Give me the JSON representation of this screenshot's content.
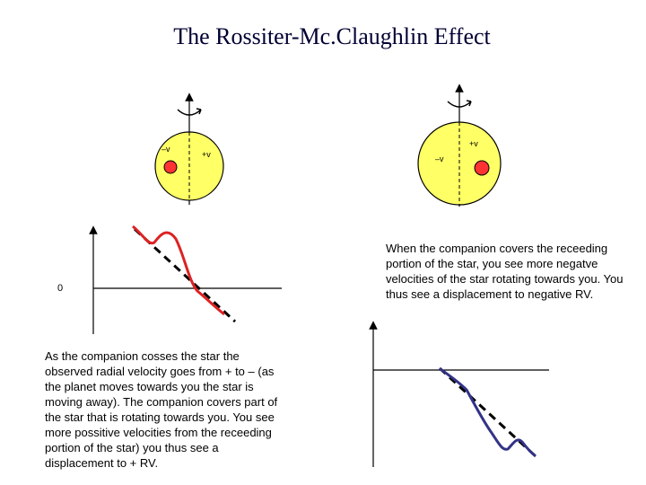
{
  "title": "The Rossiter-Mc.Claughlin Effect",
  "left_star": {
    "minus_label": "–v",
    "plus_label": "+v"
  },
  "right_star": {
    "minus_label": "–v",
    "plus_label": "+v"
  },
  "left_plot": {
    "zero_label": "0"
  },
  "colors": {
    "star_fill": "#ffff66",
    "planet_fill": "#ff3333",
    "red_curve": "#dd2222",
    "blue_curve": "#333388"
  },
  "left_text": "As the companion cosses the star the observed  radial velocity goes from + to – (as the planet moves towards you the star is moving away). The companion covers part of the star that is rotating towards you. You see more possitive velocities from the receeding portion of the star) you thus see a displacement to + RV.",
  "right_text": "When the companion covers the receeding portion of the star, you see more negatve velocities of the star rotating towards you. You thus see a displacement to negative RV."
}
